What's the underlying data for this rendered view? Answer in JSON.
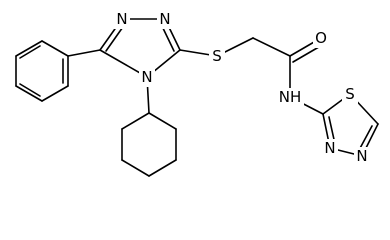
{
  "structure": {
    "type": "chemical-structure",
    "atom_labels": {
      "triazole_n1": "N",
      "triazole_n2": "N",
      "triazole_n4": "N",
      "sulfide_s": "S",
      "carbonyl_o": "O",
      "amide_nh": "NH",
      "thiadiazole_s": "S",
      "thiadiazole_n3": "N",
      "thiadiazole_n4": "N"
    },
    "colors": {
      "bond": "#000000",
      "label": "#000000",
      "background": "#ffffff"
    }
  }
}
